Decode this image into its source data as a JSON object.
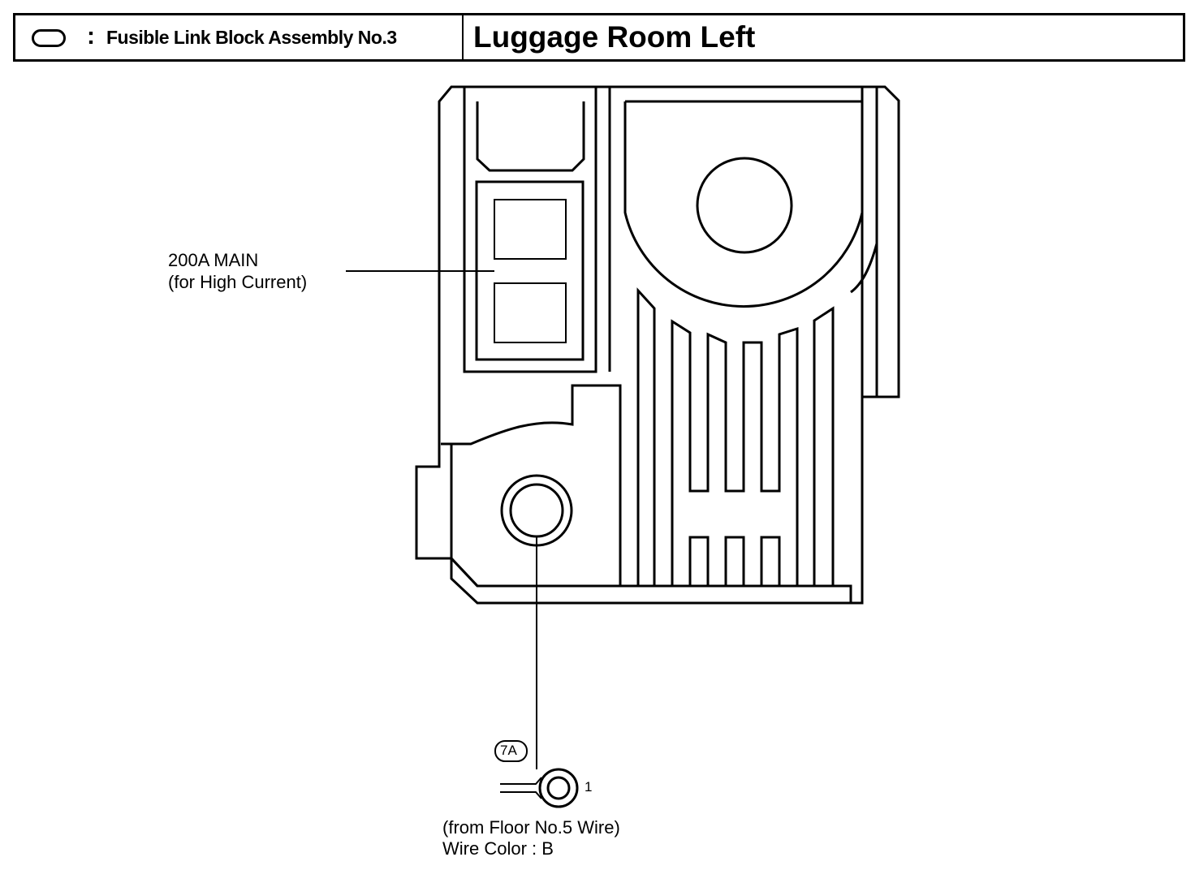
{
  "header": {
    "block_name": "Fusible Link Block Assembly No.3",
    "location": "Luggage Room Left"
  },
  "callouts": {
    "fuse_main": "200A MAIN",
    "fuse_desc": "(for High Current)"
  },
  "connector": {
    "code": "7A",
    "pin": "1",
    "source": "(from Floor No.5 Wire)",
    "wire_color": "Wire Color : B"
  }
}
